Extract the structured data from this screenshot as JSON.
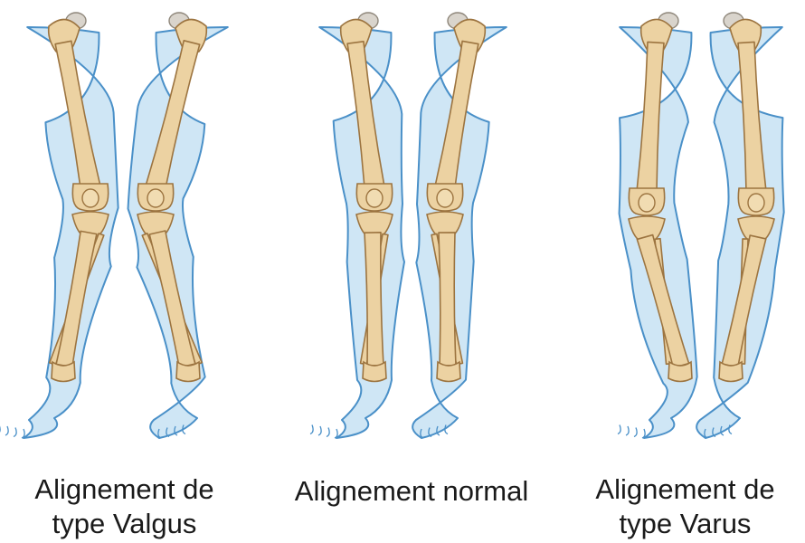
{
  "colors": {
    "skin_fill": "#cfe6f5",
    "skin_stroke": "#4a90c8",
    "bone_fill": "#ecd2a2",
    "bone_stroke": "#9c7440",
    "bone_shadow": "#d8b27a"
  },
  "panels": [
    {
      "id": "valgus",
      "caption_lines": [
        "Alignement de",
        "type Valgus"
      ]
    },
    {
      "id": "normal",
      "caption_lines": [
        "Alignement normal"
      ]
    },
    {
      "id": "varus",
      "caption_lines": [
        "Alignement de",
        "type Varus"
      ]
    }
  ]
}
